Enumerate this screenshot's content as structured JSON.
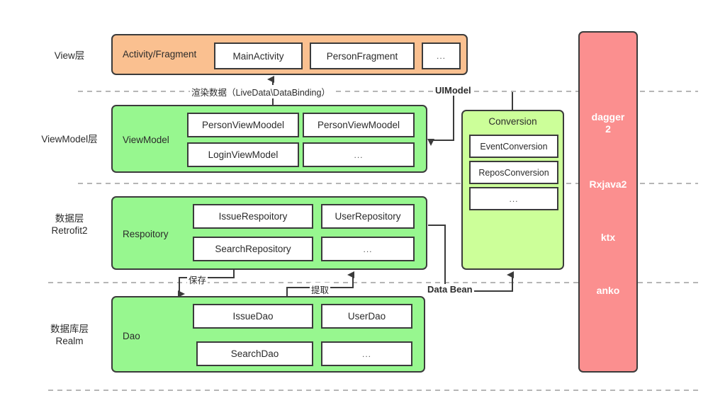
{
  "diagram": {
    "title": "Android MVVM Architecture Layers",
    "colors": {
      "view_layer": "#FAC090",
      "logic_layer": "#97F78F",
      "conversion_layer": "#CCFF99",
      "library_sidebar": "#FB8F8F",
      "stroke": "#3B3B3B",
      "divider": "#9E9E9E",
      "chip_fill": "#FFFFFF",
      "text": "#2B2B2B"
    },
    "row_labels": [
      {
        "id": "view",
        "text": "View层"
      },
      {
        "id": "viewmodel",
        "text": "ViewModel层"
      },
      {
        "id": "data",
        "text": "数据层\nRetrofit2"
      },
      {
        "id": "database",
        "text": "数据库层\nRealm"
      }
    ],
    "groups": [
      {
        "id": "view",
        "title": "Activity/Fragment",
        "chips": [
          "MainActivity",
          "PersonFragment",
          "..."
        ]
      },
      {
        "id": "viewmodel",
        "title": "ViewModel",
        "chips": [
          "PersonViewMoodel",
          "PersonViewMoodel",
          "LoginViewModel",
          "..."
        ]
      },
      {
        "id": "repository",
        "title": "Respoitory",
        "chips": [
          "IssueRespoitory",
          "UserRepository",
          "SearchRepository",
          "..."
        ]
      },
      {
        "id": "dao",
        "title": "Dao",
        "chips": [
          "IssueDao",
          "UserDao",
          "SearchDao",
          "..."
        ]
      },
      {
        "id": "conversion",
        "title": "Conversion",
        "chips": [
          "EventConversion",
          "ReposConversion",
          "..."
        ]
      }
    ],
    "sidebar": {
      "id": "libraries",
      "items": [
        "dagger\n2",
        "Rxjava2",
        "ktx",
        "anko"
      ]
    },
    "edge_labels": [
      {
        "id": "render-data",
        "text": "渲染数据（LiveData\\DataBinding）",
        "bold": false
      },
      {
        "id": "uimodel",
        "text": "UIModel",
        "bold": true
      },
      {
        "id": "save",
        "text": "保存",
        "bold": false
      },
      {
        "id": "fetch",
        "text": "提取",
        "bold": false
      },
      {
        "id": "data-bean",
        "text": "Data Bean",
        "bold": true
      }
    ]
  }
}
